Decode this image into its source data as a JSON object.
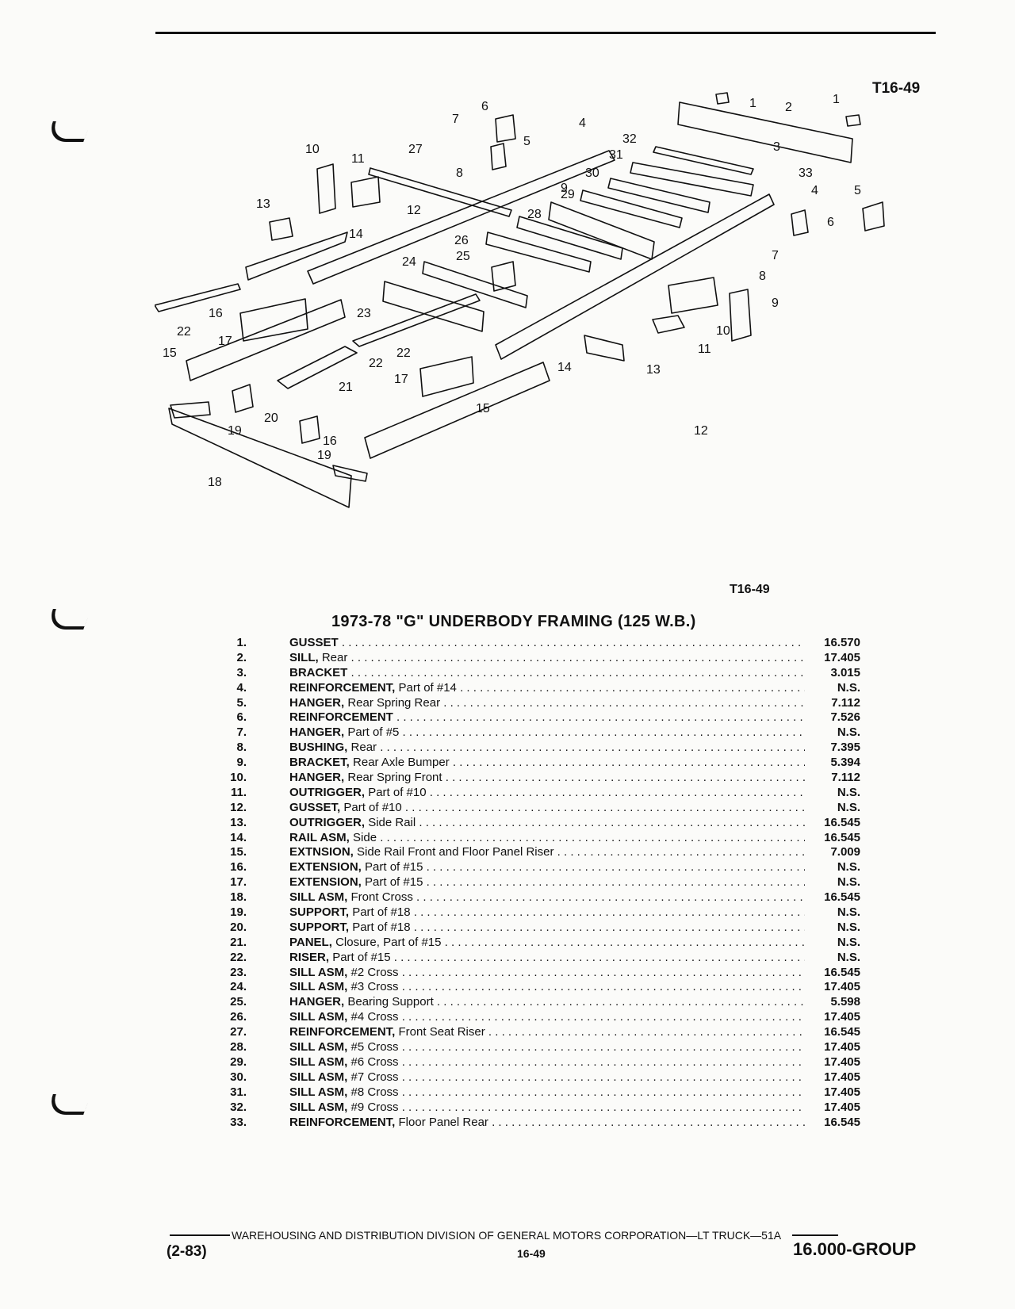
{
  "figure_code": "T16-49",
  "title": "1973-78 \"G\" UNDERBODY FRAMING (125 W.B.)",
  "diagram_callouts": [
    "1",
    "2",
    "1",
    "3",
    "4",
    "5",
    "6",
    "7",
    "8",
    "9",
    "10",
    "11",
    "12",
    "13",
    "14",
    "15",
    "16",
    "17",
    "18",
    "19",
    "20",
    "21",
    "22",
    "23",
    "24",
    "25",
    "26",
    "27",
    "28",
    "29",
    "30",
    "31",
    "32",
    "33",
    "4",
    "5",
    "6",
    "7",
    "8",
    "9",
    "10",
    "11",
    "12",
    "13",
    "14",
    "15",
    "16",
    "17",
    "19",
    "22",
    "22"
  ],
  "parts": [
    {
      "no": "1.",
      "name": "GUSSET",
      "desc": "",
      "group": "16.570"
    },
    {
      "no": "2.",
      "name": "SILL,",
      "desc": "Rear",
      "group": "17.405"
    },
    {
      "no": "3.",
      "name": "BRACKET",
      "desc": "",
      "group": "3.015"
    },
    {
      "no": "4.",
      "name": "REINFORCEMENT,",
      "desc": "Part of #14",
      "group": "N.S."
    },
    {
      "no": "5.",
      "name": "HANGER,",
      "desc": "Rear Spring Rear",
      "group": "7.112"
    },
    {
      "no": "6.",
      "name": "REINFORCEMENT",
      "desc": "",
      "group": "7.526"
    },
    {
      "no": "7.",
      "name": "HANGER,",
      "desc": "Part of #5",
      "group": "N.S."
    },
    {
      "no": "8.",
      "name": "BUSHING,",
      "desc": "Rear",
      "group": "7.395"
    },
    {
      "no": "9.",
      "name": "BRACKET,",
      "desc": "Rear Axle Bumper",
      "group": "5.394"
    },
    {
      "no": "10.",
      "name": "HANGER,",
      "desc": "Rear Spring Front",
      "group": "7.112"
    },
    {
      "no": "11.",
      "name": "OUTRIGGER,",
      "desc": "Part of #10",
      "group": "N.S."
    },
    {
      "no": "12.",
      "name": "GUSSET,",
      "desc": "Part of #10",
      "group": "N.S."
    },
    {
      "no": "13.",
      "name": "OUTRIGGER,",
      "desc": "Side Rail",
      "group": "16.545"
    },
    {
      "no": "14.",
      "name": "RAIL ASM,",
      "desc": "Side",
      "group": "16.545"
    },
    {
      "no": "15.",
      "name": "EXTNSION,",
      "desc": "Side Rail Front and Floor Panel Riser",
      "group": "7.009"
    },
    {
      "no": "16.",
      "name": "EXTENSION,",
      "desc": "Part of #15",
      "group": "N.S."
    },
    {
      "no": "17.",
      "name": "EXTENSION,",
      "desc": "Part of #15",
      "group": "N.S."
    },
    {
      "no": "18.",
      "name": "SILL ASM,",
      "desc": "Front Cross",
      "group": "16.545"
    },
    {
      "no": "19.",
      "name": "SUPPORT,",
      "desc": "Part of #18",
      "group": "N.S."
    },
    {
      "no": "20.",
      "name": "SUPPORT,",
      "desc": "Part of #18",
      "group": "N.S."
    },
    {
      "no": "21.",
      "name": "PANEL,",
      "desc": "Closure, Part of #15",
      "group": "N.S."
    },
    {
      "no": "22.",
      "name": "RISER,",
      "desc": "Part of #15",
      "group": "N.S."
    },
    {
      "no": "23.",
      "name": "SILL ASM,",
      "desc": "#2 Cross",
      "group": "16.545"
    },
    {
      "no": "24.",
      "name": "SILL ASM,",
      "desc": "#3 Cross",
      "group": "17.405"
    },
    {
      "no": "25.",
      "name": "HANGER,",
      "desc": "Bearing Support",
      "group": "5.598"
    },
    {
      "no": "26.",
      "name": "SILL ASM,",
      "desc": "#4 Cross",
      "group": "17.405"
    },
    {
      "no": "27.",
      "name": "REINFORCEMENT,",
      "desc": "Front Seat Riser",
      "group": "16.545"
    },
    {
      "no": "28.",
      "name": "SILL ASM,",
      "desc": "#5 Cross",
      "group": "17.405"
    },
    {
      "no": "29.",
      "name": "SILL ASM,",
      "desc": "#6 Cross",
      "group": "17.405"
    },
    {
      "no": "30.",
      "name": "SILL ASM,",
      "desc": "#7 Cross",
      "group": "17.405"
    },
    {
      "no": "31.",
      "name": "SILL ASM,",
      "desc": "#8 Cross",
      "group": "17.405"
    },
    {
      "no": "32.",
      "name": "SILL ASM,",
      "desc": "#9 Cross",
      "group": "17.405"
    },
    {
      "no": "33.",
      "name": "REINFORCEMENT,",
      "desc": "Floor Panel Rear",
      "group": "16.545"
    }
  ],
  "footer": {
    "source": "WAREHOUSING AND DISTRIBUTION  DIVISION OF GENERAL MOTORS CORPORATION—LT TRUCK—51A",
    "date": "(2-83)",
    "page": "16-49",
    "group": "16.000-GROUP"
  }
}
